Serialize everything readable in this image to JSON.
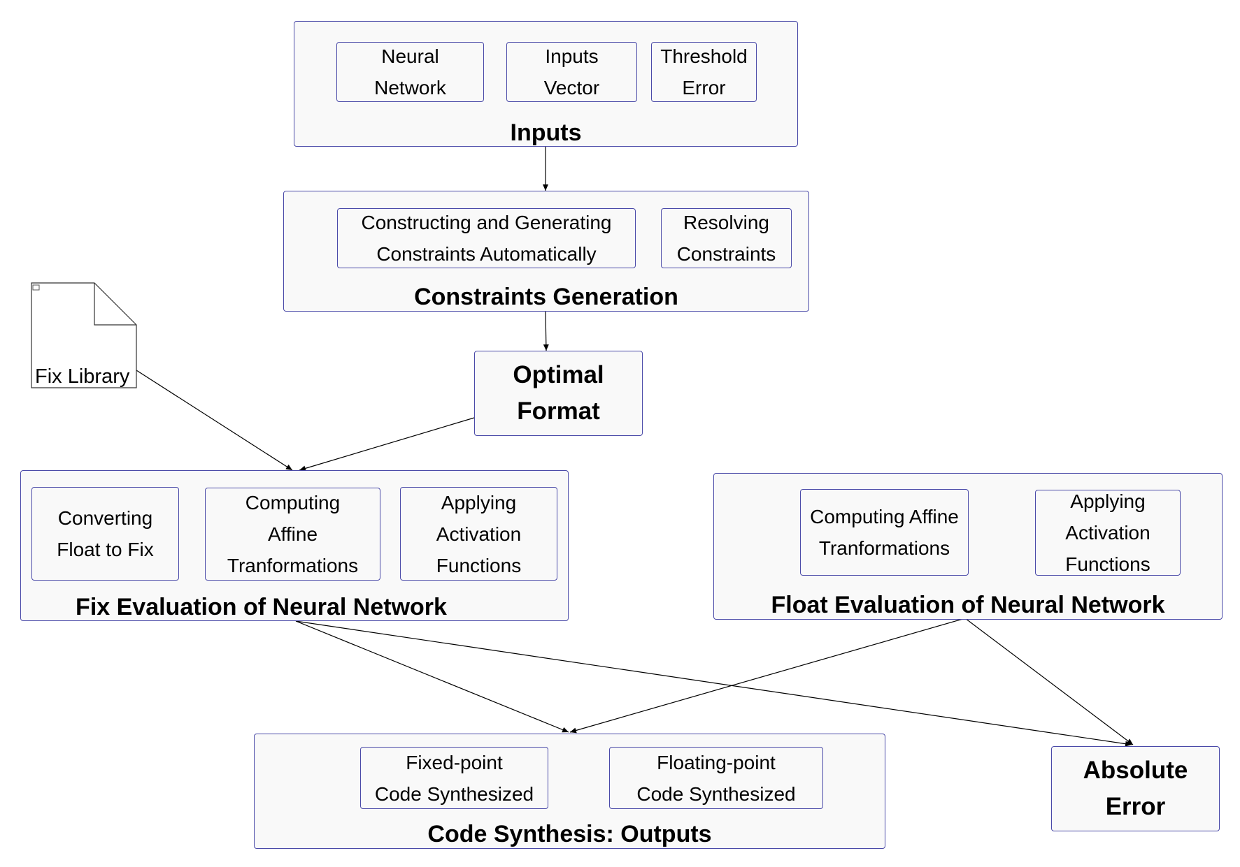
{
  "groups": {
    "inputs": {
      "title": "Inputs",
      "items": [
        {
          "line1": "Neural",
          "line2": "Network"
        },
        {
          "line1": "Inputs",
          "line2": "Vector"
        },
        {
          "line1": "Threshold",
          "line2": "Error"
        }
      ]
    },
    "constraints": {
      "title": "Constraints Generation",
      "items": [
        {
          "line1": "Constructing and Generating",
          "line2": "Constraints  Automatically"
        },
        {
          "line1": "Resolving",
          "line2": "Constraints"
        }
      ]
    },
    "fix_eval": {
      "title": "Fix Evaluation of Neural Network",
      "items": [
        {
          "line1": "Converting",
          "line2": "Float to Fix"
        },
        {
          "line1": "Computing",
          "line2": "Affine",
          "line3": "Tranformations"
        },
        {
          "line1": "Applying",
          "line2": "Activation",
          "line3": "Functions"
        }
      ]
    },
    "float_eval": {
      "title": "Float Evaluation of Neural Network",
      "items": [
        {
          "line1": "Computing Affine",
          "line2": "Tranformations"
        },
        {
          "line1": "Applying",
          "line2": "Activation",
          "line3": "Functions"
        }
      ]
    },
    "outputs": {
      "title": "Code Synthesis: Outputs",
      "items": [
        {
          "line1": "Fixed-point",
          "line2": "Code Synthesized"
        },
        {
          "line1": "Floating-point",
          "line2": "Code Synthesized"
        }
      ]
    }
  },
  "nodes": {
    "optimal_format": {
      "line1": "Optimal",
      "line2": "Format"
    },
    "absolute_error": {
      "line1": "Absolute",
      "line2": "Error"
    },
    "fix_library": {
      "label": "Fix Library"
    }
  },
  "colors": {
    "border": "#4a4aa8",
    "fill": "#f9f9f9",
    "edge": "#000000"
  },
  "edges": [
    {
      "from": "inputs",
      "to": "constraints-generation"
    },
    {
      "from": "constraints-generation",
      "to": "optimal-format"
    },
    {
      "from": "fix-library",
      "to": "fix-evaluation"
    },
    {
      "from": "optimal-format",
      "to": "fix-evaluation"
    },
    {
      "from": "fix-evaluation",
      "to": "code-synthesis-outputs"
    },
    {
      "from": "fix-evaluation",
      "to": "absolute-error"
    },
    {
      "from": "float-evaluation",
      "to": "code-synthesis-outputs"
    },
    {
      "from": "float-evaluation",
      "to": "absolute-error"
    }
  ]
}
